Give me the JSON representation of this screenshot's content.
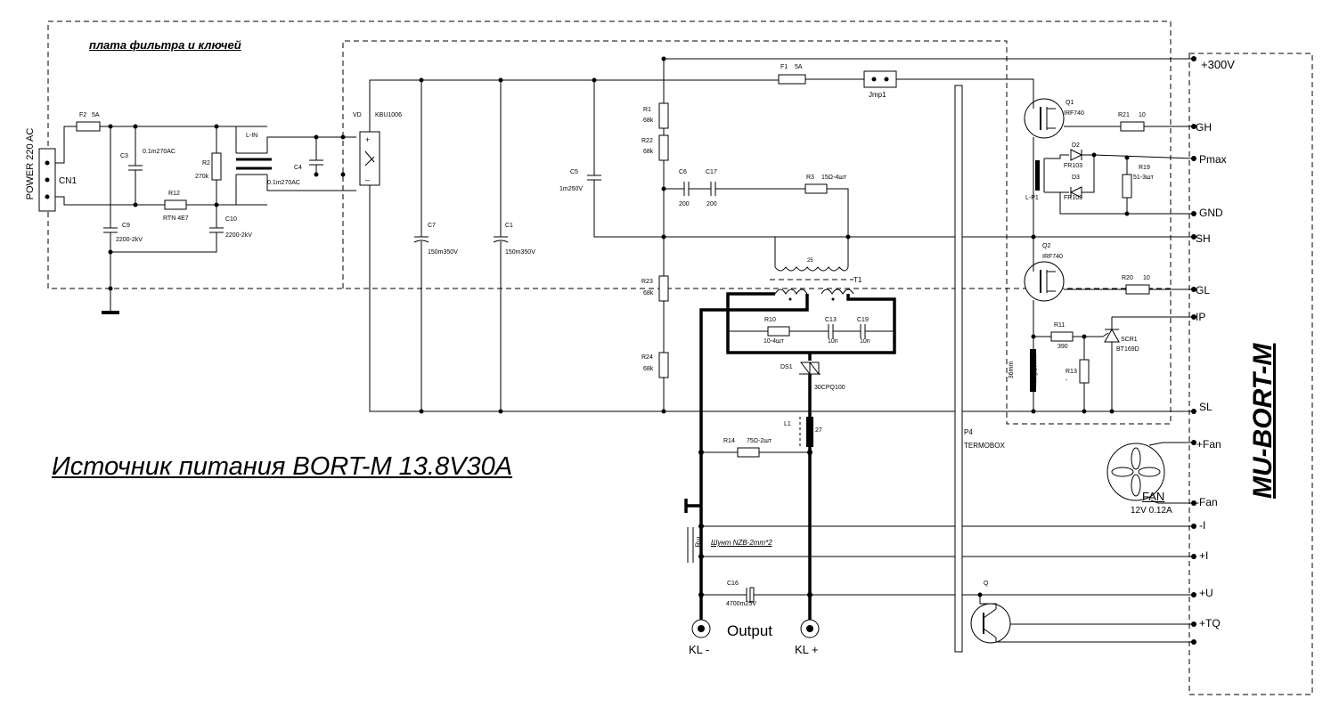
{
  "title": "Источник питания BORT-M 13.8V30A",
  "filter_board_label": "плата фильтра и ключей",
  "power_label": "POWER  220 AC",
  "module_label": "MU-BORT-M",
  "output_label": "Output",
  "terminals": {
    "kl_minus": "KL -",
    "kl_plus": "KL +"
  },
  "connector_pins": [
    "+300V",
    "GH",
    "Pmax",
    "GND",
    "SH",
    "GL",
    "IP",
    "SL",
    "+Fan",
    "-Fan",
    "-I",
    "+I",
    "+U",
    "+TQ"
  ],
  "fan": {
    "name": "FAN",
    "rating": "12V 0.12A"
  },
  "thermo": {
    "ref": "P4",
    "name": "TERMOBOX"
  },
  "shunt_label": "Шунт NZB-2mm*2",
  "components": {
    "cn1": "CN1",
    "f2": "F2",
    "f2_val": "5A",
    "c3": "C3",
    "c3_val": "0.1m270AC",
    "r2": "R2",
    "r2_val": "270k",
    "r12": "R12",
    "r12_val": "RTN 4E7",
    "c9": "C9",
    "c9_val": "2200-2kV",
    "c10": "C10",
    "c10_val": "2200-2kV",
    "l_in": "L-IN",
    "c4": "C4",
    "c4_val": "0.1m270AC",
    "vd": "VD",
    "vd_val": "KBU1006",
    "c7": "C7",
    "c7_val": "150m350V",
    "c1": "C1",
    "c1_val": "150m350V",
    "c5": "C5",
    "c5_val": "1m250V",
    "r1": "R1",
    "r1_val": "68k",
    "r22": "R22",
    "r22_val": "68k",
    "r23": "R23",
    "r23_val": "68k",
    "r24": "R24",
    "r24_val": "68k",
    "f1": "F1",
    "f1_val": "5A",
    "jmp1": "Jmp1",
    "c6": "C6",
    "c6_val": "200",
    "c17": "C17",
    "c17_val": "200",
    "r3": "R3",
    "r3_val": "15Ω-4шт",
    "t1": "T1",
    "t1_winding": "25",
    "r10": "R10",
    "r10_val": "10-4шт",
    "c13": "C13",
    "c13_val": "10n",
    "c19": "C19",
    "c19_val": "10n",
    "ds1": "DS1",
    "ds1_val": "30CPQ100",
    "l1": "L1",
    "l1_val": "27",
    "r14": "R14",
    "r14_val": "75Ω-2шт",
    "rsh": "Rш",
    "c16": "C16",
    "c16_val": "4700m25V",
    "q1": "Q1",
    "q1_val": "IRF740",
    "q2": "Q2",
    "q2_val": "IRF740",
    "r21": "R21",
    "r21_val": "10",
    "r20": "R20",
    "r20_val": "10",
    "d2": "D2",
    "d2_val": "FR103",
    "d3": "D3",
    "d3_val": "FR103",
    "r19": "R19",
    "r19_val": "51-3шт",
    "lp1": "L-P1",
    "r11": "R11",
    "r11_val": "390",
    "r13": "R13",
    "r13_val": "-",
    "scr1": "SCR1",
    "scr1_val": "BT169D",
    "nichrome": "Нихр10mm",
    "nichrome_len": "36mm",
    "q_tq": "Q"
  },
  "colors": {
    "ink": "#000000",
    "paper": "#ffffff"
  }
}
